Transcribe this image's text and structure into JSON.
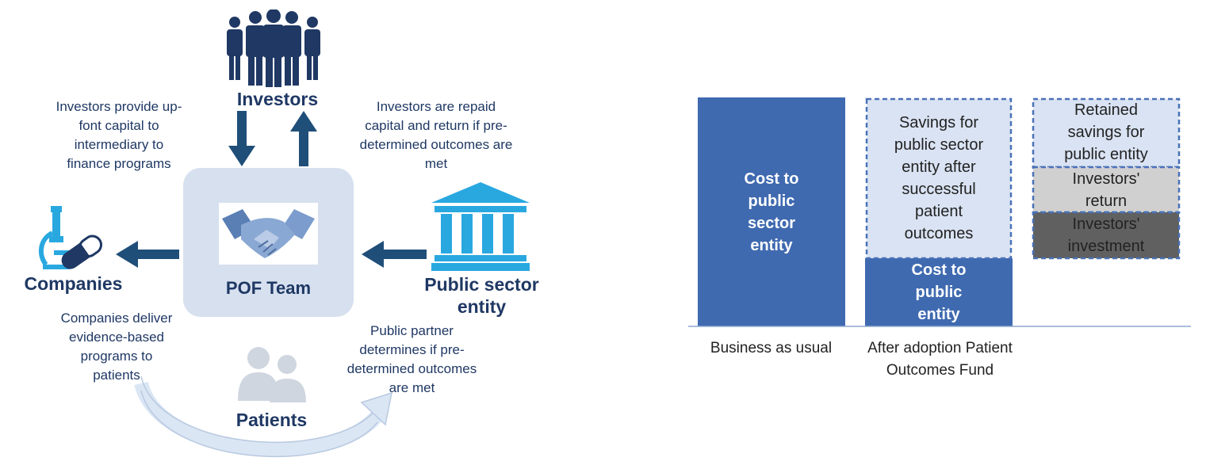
{
  "diagram": {
    "center_label": "POF Team",
    "investors_label": "Investors",
    "companies_label": "Companies",
    "public_label": "Public sector entity",
    "patients_label": "Patients",
    "note_investors_provide": "Investors provide up-font capital to intermediary to finance programs",
    "note_investors_repaid": "Investors are repaid capital and return if pre-determined outcomes are met",
    "note_companies": "Companies deliver evidence-based programs to patients",
    "note_public_partner": "Public partner determines if pre-determined outcomes are met",
    "colors": {
      "navy": "#1f3864",
      "arrow": "#1f4e79",
      "center_box": "#d6e0ef",
      "bank_blue": "#29a8e0",
      "patients_gray": "#cfd6e0"
    }
  },
  "chart_data": {
    "type": "bar",
    "categories": [
      "Business as usual",
      "After adoption Patient Outcomes Fund"
    ],
    "columns": [
      {
        "segments": [
          "Cost to public sector entity"
        ]
      },
      {
        "segments": [
          "Cost to public entity",
          "Savings for public sector entity after successful patient outcomes"
        ]
      },
      {
        "segments": [
          "Investors' investment",
          "Investors' return",
          "Retained savings for public entity"
        ]
      }
    ],
    "colors": {
      "cost": "#3f6ab0",
      "savings": "#dae3f3",
      "return": "#d0d0d0",
      "investment": "#606060",
      "border_dash": "#4a72b8"
    }
  }
}
